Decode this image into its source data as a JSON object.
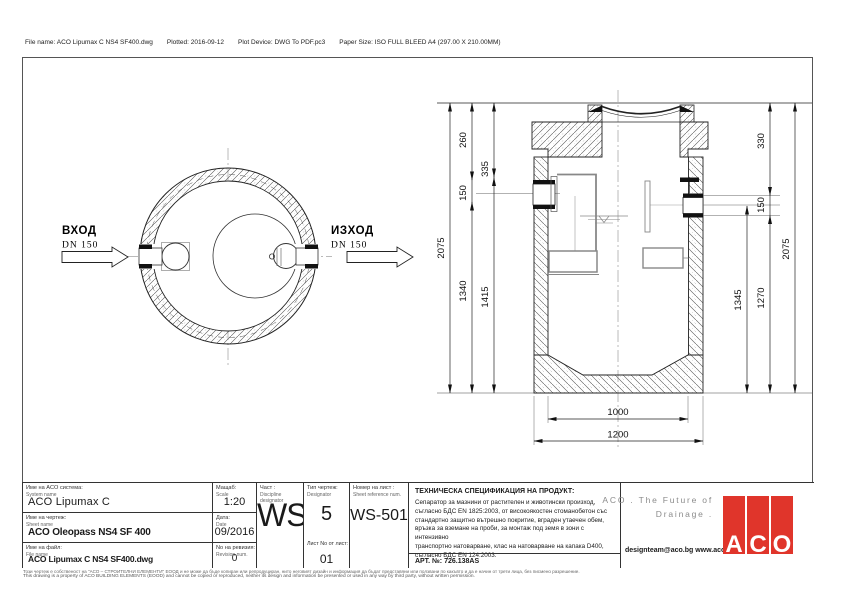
{
  "plot_header": {
    "file_name": "File name: ACO Lipumax C NS4 SF400.dwg",
    "plotted": "Plotted: 2016-09-12",
    "plot_device": "Plot Device: DWG To PDF.pc3",
    "paper_size": "Paper Size: ISO FULL BLEED A4 (297.00 X 210.00MM)"
  },
  "plan_view": {
    "inlet_title": "ВХОД",
    "inlet_size": "DN 150",
    "outlet_title": "ИЗХОД",
    "outlet_size": "DN 150"
  },
  "section_view": {
    "left_overall": "2075",
    "left_top": "260",
    "left_mid": "335",
    "left_pipe": "150",
    "left_lower_a": "1340",
    "left_lower_b": "1415",
    "right_top": "330",
    "right_pipe": "150",
    "right_lower_a": "1345",
    "right_lower_b": "1270",
    "right_overall": "2075",
    "bottom_inner": "1000",
    "bottom_outer": "1200"
  },
  "title_block": {
    "system": {
      "label_bg": "Име на ACO система:",
      "label_en": "System name",
      "value": "ACO Lipumax C"
    },
    "scale": {
      "label_bg": "Мащаб:",
      "label_en": "Scale",
      "value": "1:20"
    },
    "sheet": {
      "label_bg": "Име на чертеж:",
      "label_en": "Sheet name",
      "value": "ACO Oleopass  NS4 SF 400"
    },
    "date": {
      "label_bg": "Дата:",
      "label_en": "Date",
      "value": "09/2016"
    },
    "file": {
      "label_bg": "Име на файл:",
      "label_en": "File name",
      "value": "ACO Lipumax C NS4 SF400.dwg"
    },
    "revision": {
      "label_bg": "No на ревизия:",
      "label_en": "Revision num.",
      "value": "0"
    },
    "discipline": {
      "label_bg": "Част :",
      "label_en": "Discipline designator",
      "value": "WS"
    },
    "drawing_type": {
      "label_bg": "Тип чертеж:",
      "label_en": "Designator",
      "value": "5"
    },
    "sheet_of": {
      "label_bg": "Лист No от лист:",
      "value": "01"
    },
    "sheet_ref": {
      "label_bg": "Номер на лист :",
      "label_en": "Sheet reference num.",
      "value": "WS-501"
    }
  },
  "tech_spec": {
    "title": "ТЕХНИЧЕСКА СПЕЦИФИКАЦИЯ НА ПРОДУКТ:",
    "body_lines": [
      "Сепаратор за мазнини от растителен и животински произход,",
      "съгласно БДС EN 1825:2003, от високоякостен стоманобетон със",
      "стандартно защитно вътрешно покритие, вграден утаечен обем,",
      "връзка за вземане на проби, за монтаж под земя в зони с интензивно",
      "транспортно натоварване, клас на натоварване на капака D400,",
      "съгласно БДС EN 124:2003."
    ],
    "article": "АРТ. №: 726.138AS"
  },
  "branding": {
    "slogan_line1": "ACO . The Future of",
    "slogan_line2": "Drainage .",
    "contacts": "designteam@aco.bg  www.aco.bg",
    "logo_letters": [
      "A",
      "C",
      "O"
    ],
    "logo_color": "#e0352b"
  },
  "footer": {
    "line_bg": "Този чертеж е собственост на \"АСО – СТРОИТЕЛНИ ЕЛЕМЕНТИ\" ЕООД и не може да бъде копиран или репродуциран, нито неговият дизайн и информация да бъдат представяни или ползвани по какъвто и да е начин от трети лица, без писмено разрешение.",
    "line_en": "This drawing is a property of ACO BUILDING ELEMENTS (EOOD) and cannot be copied or reproduced, neither its design and information be presented or used in any way by third party, without written permission."
  }
}
